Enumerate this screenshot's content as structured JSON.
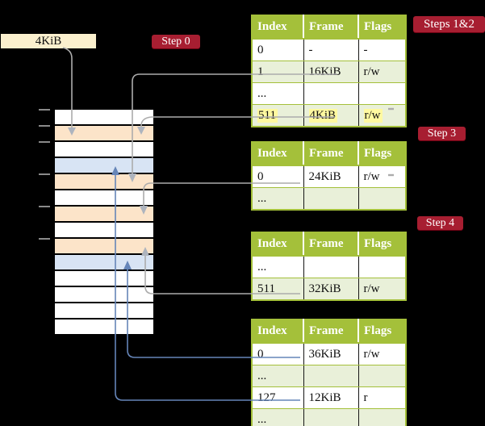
{
  "colors": {
    "background": "#000000",
    "badge_red": "#A71E31",
    "table_header_green": "#A4C03A",
    "table_row_green": "#E9F0D9",
    "highlight_yellow": "#FFF9A0",
    "frame_box_cream": "#FBF0CE",
    "memory_pagetable_orange": "#FCE4C9",
    "memory_mapped_blue": "#D8E4F4",
    "connector_gray": "#ACACAC",
    "connector_blue": "#6585B8"
  },
  "root_pointer": {
    "label": "4KiB"
  },
  "badges": {
    "step0": "Step 0",
    "steps12": "Steps 1&2",
    "step3": "Step 3",
    "step4": "Step 4"
  },
  "memory": {
    "rows": [
      {
        "kind": "free"
      },
      {
        "kind": "pagetable"
      },
      {
        "kind": "free"
      },
      {
        "kind": "mapped"
      },
      {
        "kind": "pagetable"
      },
      {
        "kind": "free"
      },
      {
        "kind": "pagetable"
      },
      {
        "kind": "free"
      },
      {
        "kind": "pagetable"
      },
      {
        "kind": "mapped"
      },
      {
        "kind": "free"
      },
      {
        "kind": "free"
      },
      {
        "kind": "free"
      },
      {
        "kind": "free"
      }
    ]
  },
  "tables": [
    {
      "columns": [
        "Index",
        "Frame",
        "Flags"
      ],
      "rows": [
        {
          "cells": [
            "0",
            "-",
            "-"
          ],
          "shaded": false,
          "highlight": false
        },
        {
          "cells": [
            "1",
            "16KiB",
            "r/w"
          ],
          "shaded": true,
          "highlight": false
        },
        {
          "cells": [
            "...",
            "",
            ""
          ],
          "shaded": false,
          "highlight": false
        },
        {
          "cells": [
            "511",
            "4KiB",
            "r/w"
          ],
          "shaded": true,
          "highlight": true
        }
      ]
    },
    {
      "columns": [
        "Index",
        "Frame",
        "Flags"
      ],
      "rows": [
        {
          "cells": [
            "0",
            "24KiB",
            "r/w"
          ],
          "shaded": false,
          "highlight": false
        },
        {
          "cells": [
            "...",
            "",
            ""
          ],
          "shaded": true,
          "highlight": false
        }
      ]
    },
    {
      "columns": [
        "Index",
        "Frame",
        "Flags"
      ],
      "rows": [
        {
          "cells": [
            "...",
            "",
            ""
          ],
          "shaded": false,
          "highlight": false
        },
        {
          "cells": [
            "511",
            "32KiB",
            "r/w"
          ],
          "shaded": true,
          "highlight": false
        }
      ]
    },
    {
      "columns": [
        "Index",
        "Frame",
        "Flags"
      ],
      "rows": [
        {
          "cells": [
            "0",
            "36KiB",
            "r/w"
          ],
          "shaded": false,
          "highlight": false
        },
        {
          "cells": [
            "...",
            "",
            ""
          ],
          "shaded": true,
          "highlight": false
        },
        {
          "cells": [
            "127",
            "12KiB",
            "r"
          ],
          "shaded": false,
          "highlight": false
        },
        {
          "cells": [
            "...",
            "",
            ""
          ],
          "shaded": true,
          "highlight": false
        }
      ]
    }
  ]
}
